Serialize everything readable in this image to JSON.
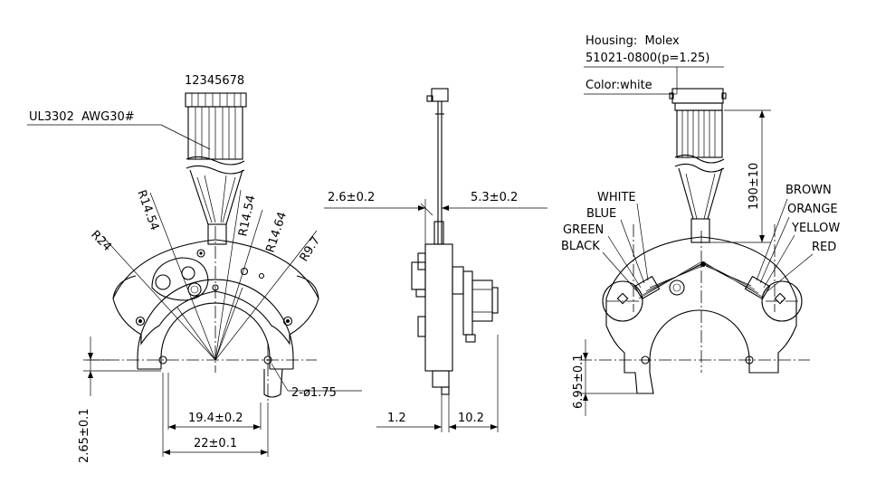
{
  "left_view": {
    "pin_numbers": "12345678",
    "wire_spec": "UL3302  AWG30#",
    "radius_1": "R14.54",
    "radius_2": "R14.54",
    "radius_3": "R14.64",
    "radius_4": "R9.7",
    "radius_outer": "R24",
    "holes": "2-ø1.75",
    "width_inner": "19.4±0.2",
    "width_outer": "22±0.1",
    "height_offset": "2.65±0.1"
  },
  "side_view": {
    "dim_left": "2.6±0.2",
    "dim_right": "5.3±0.2",
    "dim_bottom_left": "1.2",
    "dim_bottom_right": "10.2"
  },
  "right_view": {
    "housing_line1": "Housing:  Molex",
    "housing_line2": "51021-0800(p=1.25)",
    "color": "Color:white",
    "length": "190±10",
    "height_offset": "6.95±0.1",
    "wires_left": [
      "WHITE",
      "BLUE",
      "GREEN",
      "BLACK"
    ],
    "wires_right": [
      "BROWN",
      "ORANGE",
      "YELLOW",
      "RED"
    ]
  }
}
